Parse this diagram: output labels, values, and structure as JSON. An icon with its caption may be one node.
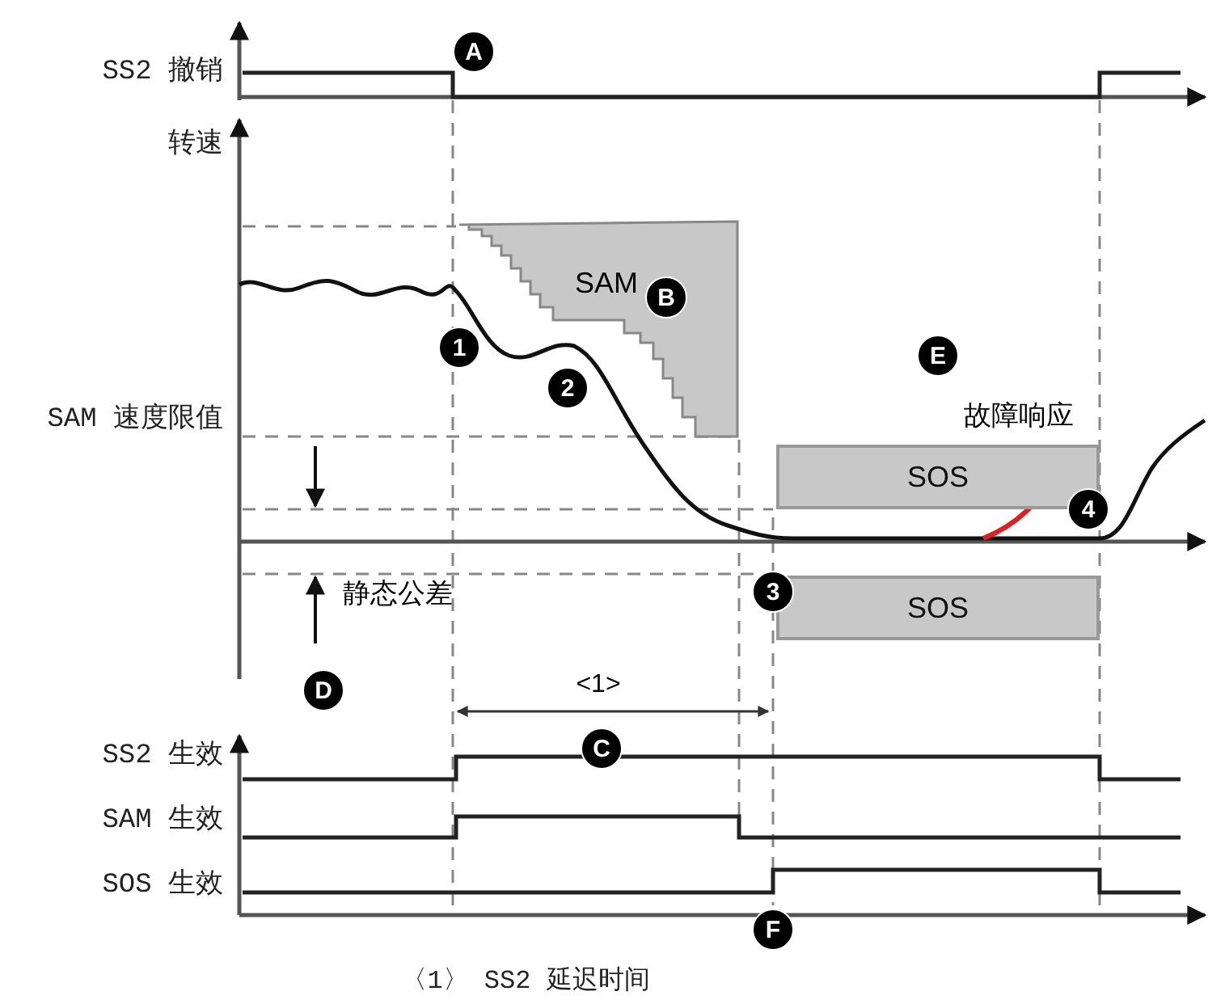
{
  "diagram": {
    "caption": "〈1〉 SS2 延迟时间",
    "nodes": [
      {
        "text": [
          "SAM"
        ]
      },
      {
        "text": [
          "SOS"
        ]
      },
      {
        "text": [
          "SOS"
        ]
      }
    ],
    "labels": [
      "SS2 撤销",
      "A",
      "转速",
      "B",
      "1",
      "2",
      "E",
      "SAM 速度限值",
      "故障响应",
      "4",
      "3",
      "静态公差",
      "D",
      "<1>",
      "C",
      "SS2 生效",
      "SAM 生效",
      "SOS 生效",
      "F"
    ]
  }
}
